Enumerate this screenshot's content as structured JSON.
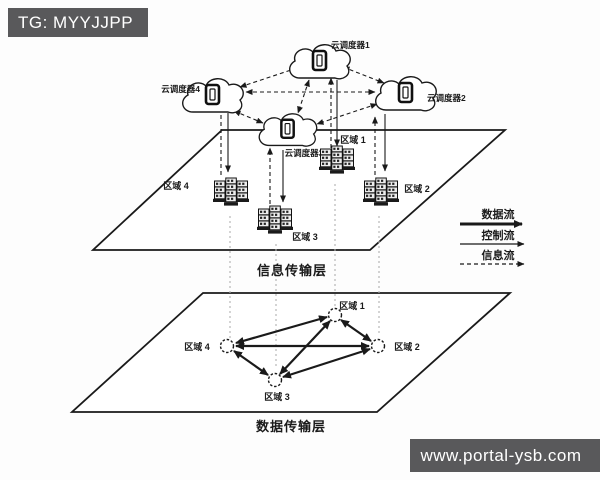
{
  "watermarks": {
    "top_left": "TG: MYYJJPP",
    "bottom_right": "www.portal-ysb.com"
  },
  "upper_layer": {
    "title": "信息传输层",
    "cloud_labels": [
      "云调度器1",
      "云调度器2",
      "云调度器3",
      "云调度器4"
    ],
    "region_labels": [
      "区域 1",
      "区域 2",
      "区域 3",
      "区域 4"
    ]
  },
  "lower_layer": {
    "title": "数据传输层",
    "region_labels": [
      "区域 1",
      "区域 2",
      "区域 3",
      "区域 4"
    ]
  },
  "legend": {
    "items": [
      "数据流",
      "控制流",
      "信息流"
    ]
  },
  "colors": {
    "watermark_bg": "#59595b",
    "line": "#1a1a1a",
    "connector_gray": "#b0b0b0",
    "server_fill": "#ededed"
  }
}
